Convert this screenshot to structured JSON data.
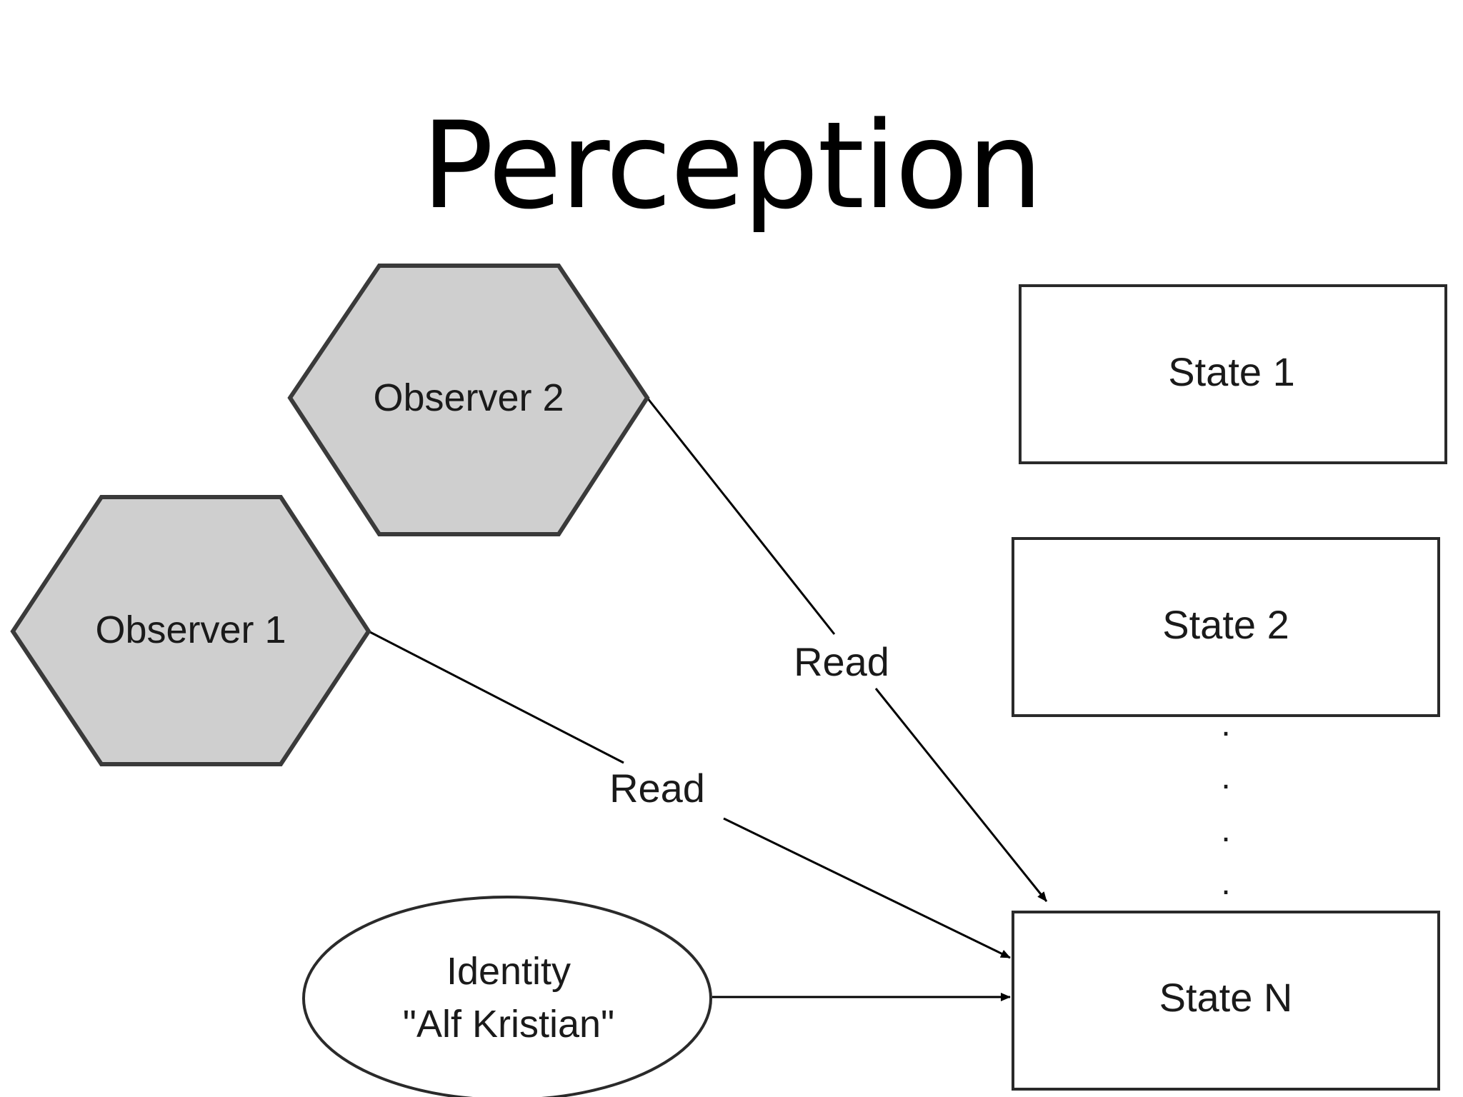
{
  "slide": {
    "title": "Perception"
  },
  "diagram": {
    "observers": [
      {
        "id": "observer-1",
        "label": "Observer 1"
      },
      {
        "id": "observer-2",
        "label": "Observer 2"
      }
    ],
    "states": [
      {
        "id": "state-1",
        "label": "State 1"
      },
      {
        "id": "state-2",
        "label": "State 2"
      },
      {
        "id": "state-n",
        "label": "State N"
      }
    ],
    "ellipsis": [
      ".",
      ".",
      ".",
      "."
    ],
    "identity": {
      "line1": "Identity",
      "line2": "\"Alf Kristian\""
    },
    "edges": [
      {
        "from": "observer-2",
        "to": "state-n",
        "label": "Read"
      },
      {
        "from": "observer-1",
        "to": "state-n",
        "label": "Read"
      },
      {
        "from": "identity",
        "to": "state-n",
        "label": ""
      }
    ]
  },
  "colors": {
    "observer_fill": "#cfcfcf",
    "observer_stroke": "#3a3a3a",
    "box_stroke": "#2a2a2a",
    "arrow": "#000000",
    "background": "#ffffff"
  }
}
